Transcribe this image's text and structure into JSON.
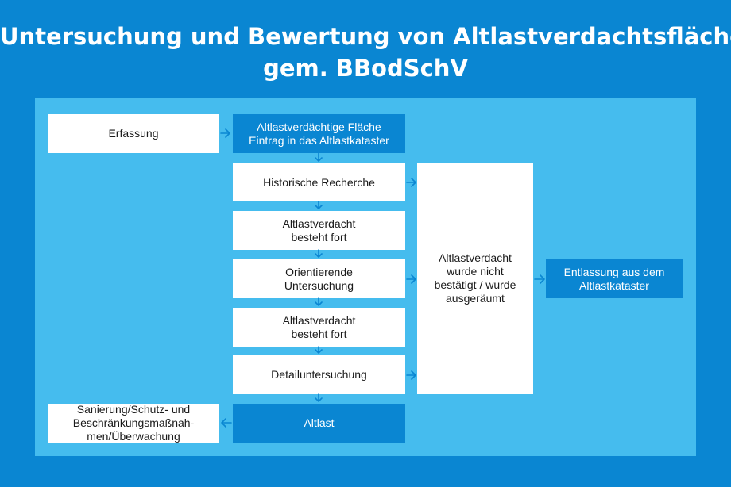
{
  "title": {
    "line1": "Untersuchung und Bewertung von Altlastverdachtsflächen",
    "line2": "gem. BBodSchV"
  },
  "boxes": {
    "erfassung": "Erfassung",
    "eintrag": "Altlastverdächtige Fläche\nEintrag in das Altlastkataster",
    "historische": "Historische Recherche",
    "verdacht1": "Altlastverdacht\nbesteht fort",
    "orientierende": "Orientierende\nUntersuchung",
    "verdacht2": "Altlastverdacht\nbesteht fort",
    "detail": "Detailuntersuchung",
    "altlast": "Altlast",
    "sanierung": "Sanierung/Schutz- und\nBeschränkungsmaßnah-\nmen/Überwachung",
    "nicht_bestaetigt": "Altlastverdacht\nwurde nicht\nbestätigt / wurde\nausgeräumt",
    "entlassung": "Entlassung aus dem\nAltlastkataster"
  },
  "colors": {
    "background": "#0a86d2",
    "panel": "#45bcee",
    "box_white": "#ffffff",
    "box_blue": "#0a86d2",
    "arrow": "#0a86d2"
  }
}
